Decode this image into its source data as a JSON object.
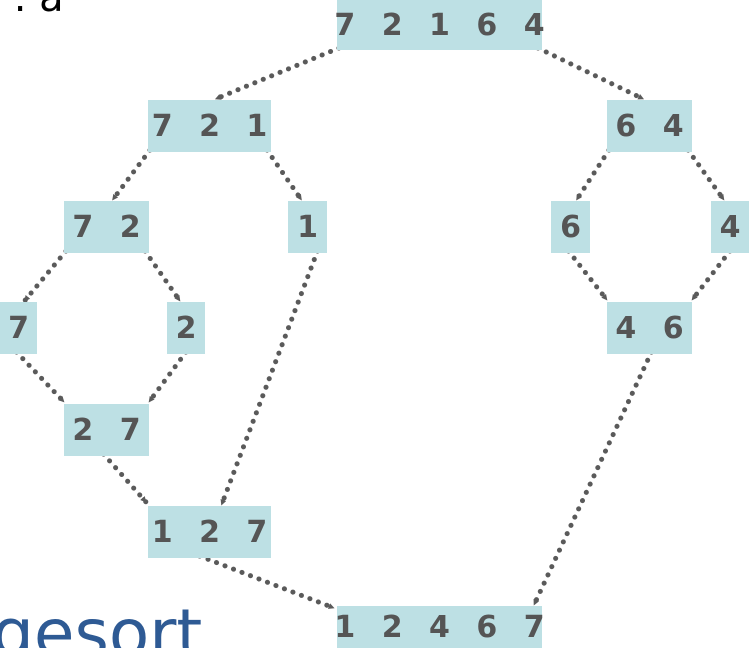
{
  "colors": {
    "box_fill": "#bde0e4",
    "digit_text": "#555555",
    "arrow": "#5a5a5a",
    "title_text": "#2e5a94"
  },
  "cut_text": {
    "top": ") . . a",
    "bottom": "gesort"
  },
  "nodes": [
    {
      "id": "n72164",
      "label": "7 2 1 6 4"
    },
    {
      "id": "n721",
      "label": "7 2 1"
    },
    {
      "id": "n64",
      "label": "6 4"
    },
    {
      "id": "n72",
      "label": "7 2"
    },
    {
      "id": "n1",
      "label": "1"
    },
    {
      "id": "n6",
      "label": "6"
    },
    {
      "id": "n4",
      "label": "4"
    },
    {
      "id": "n7",
      "label": "7"
    },
    {
      "id": "n2",
      "label": "2"
    },
    {
      "id": "n46",
      "label": "4 6"
    },
    {
      "id": "n27",
      "label": "2 7"
    },
    {
      "id": "n127",
      "label": "1 2 7"
    },
    {
      "id": "n12467",
      "label": "1 2 4 6 7"
    }
  ],
  "edges": [
    {
      "from": "n72164",
      "to": "n721"
    },
    {
      "from": "n72164",
      "to": "n64"
    },
    {
      "from": "n721",
      "to": "n72"
    },
    {
      "from": "n721",
      "to": "n1"
    },
    {
      "from": "n72",
      "to": "n7"
    },
    {
      "from": "n72",
      "to": "n2"
    },
    {
      "from": "n7",
      "to": "n27"
    },
    {
      "from": "n2",
      "to": "n27"
    },
    {
      "from": "n27",
      "to": "n127"
    },
    {
      "from": "n1",
      "to": "n127"
    },
    {
      "from": "n64",
      "to": "n6"
    },
    {
      "from": "n64",
      "to": "n4"
    },
    {
      "from": "n6",
      "to": "n46"
    },
    {
      "from": "n4",
      "to": "n46"
    },
    {
      "from": "n127",
      "to": "n12467"
    },
    {
      "from": "n46",
      "to": "n12467"
    }
  ]
}
